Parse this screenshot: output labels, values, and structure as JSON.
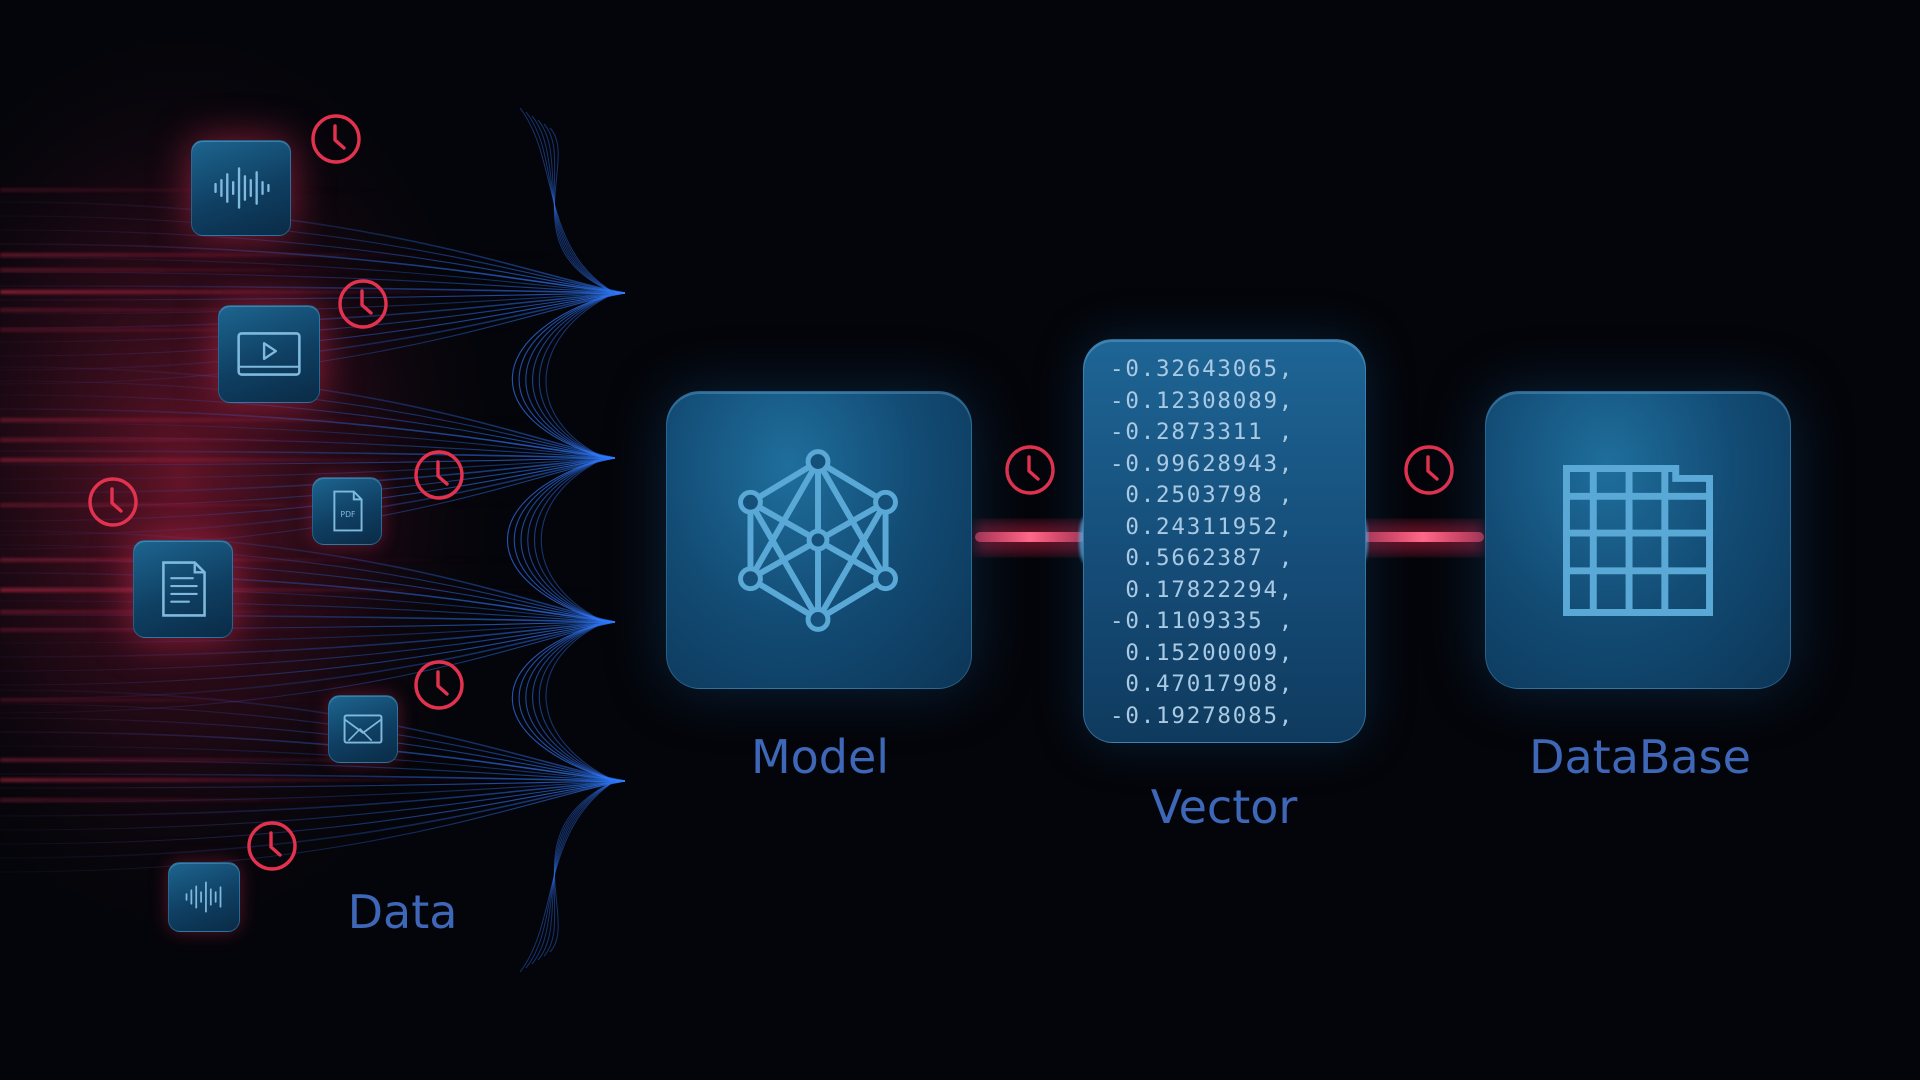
{
  "labels": {
    "data": "Data",
    "model": "Model",
    "vector": "Vector",
    "database": "DataBase"
  },
  "vector_values": [
    "-0.32643065,",
    "-0.12308089,",
    "-0.2873311 ,",
    "-0.99628943,",
    " 0.2503798 ,",
    " 0.24311952,",
    " 0.5662387 ,",
    " 0.17822294,",
    "-0.1109335 ,",
    " 0.15200009,",
    " 0.47017908,",
    "-0.19278085,"
  ],
  "data_tiles": [
    "audio-icon",
    "video-icon",
    "pdf-icon",
    "document-icon",
    "image-icon",
    "audio-icon"
  ],
  "pdf_icon_text": "PDF",
  "colors": {
    "background": "#04050a",
    "accent_red": "#e2324f",
    "accent_blue": "#2f7bff",
    "label_blue": "#3e67b8",
    "tile_blue": "#124b74",
    "icon_stroke": "#5aa8d6"
  }
}
